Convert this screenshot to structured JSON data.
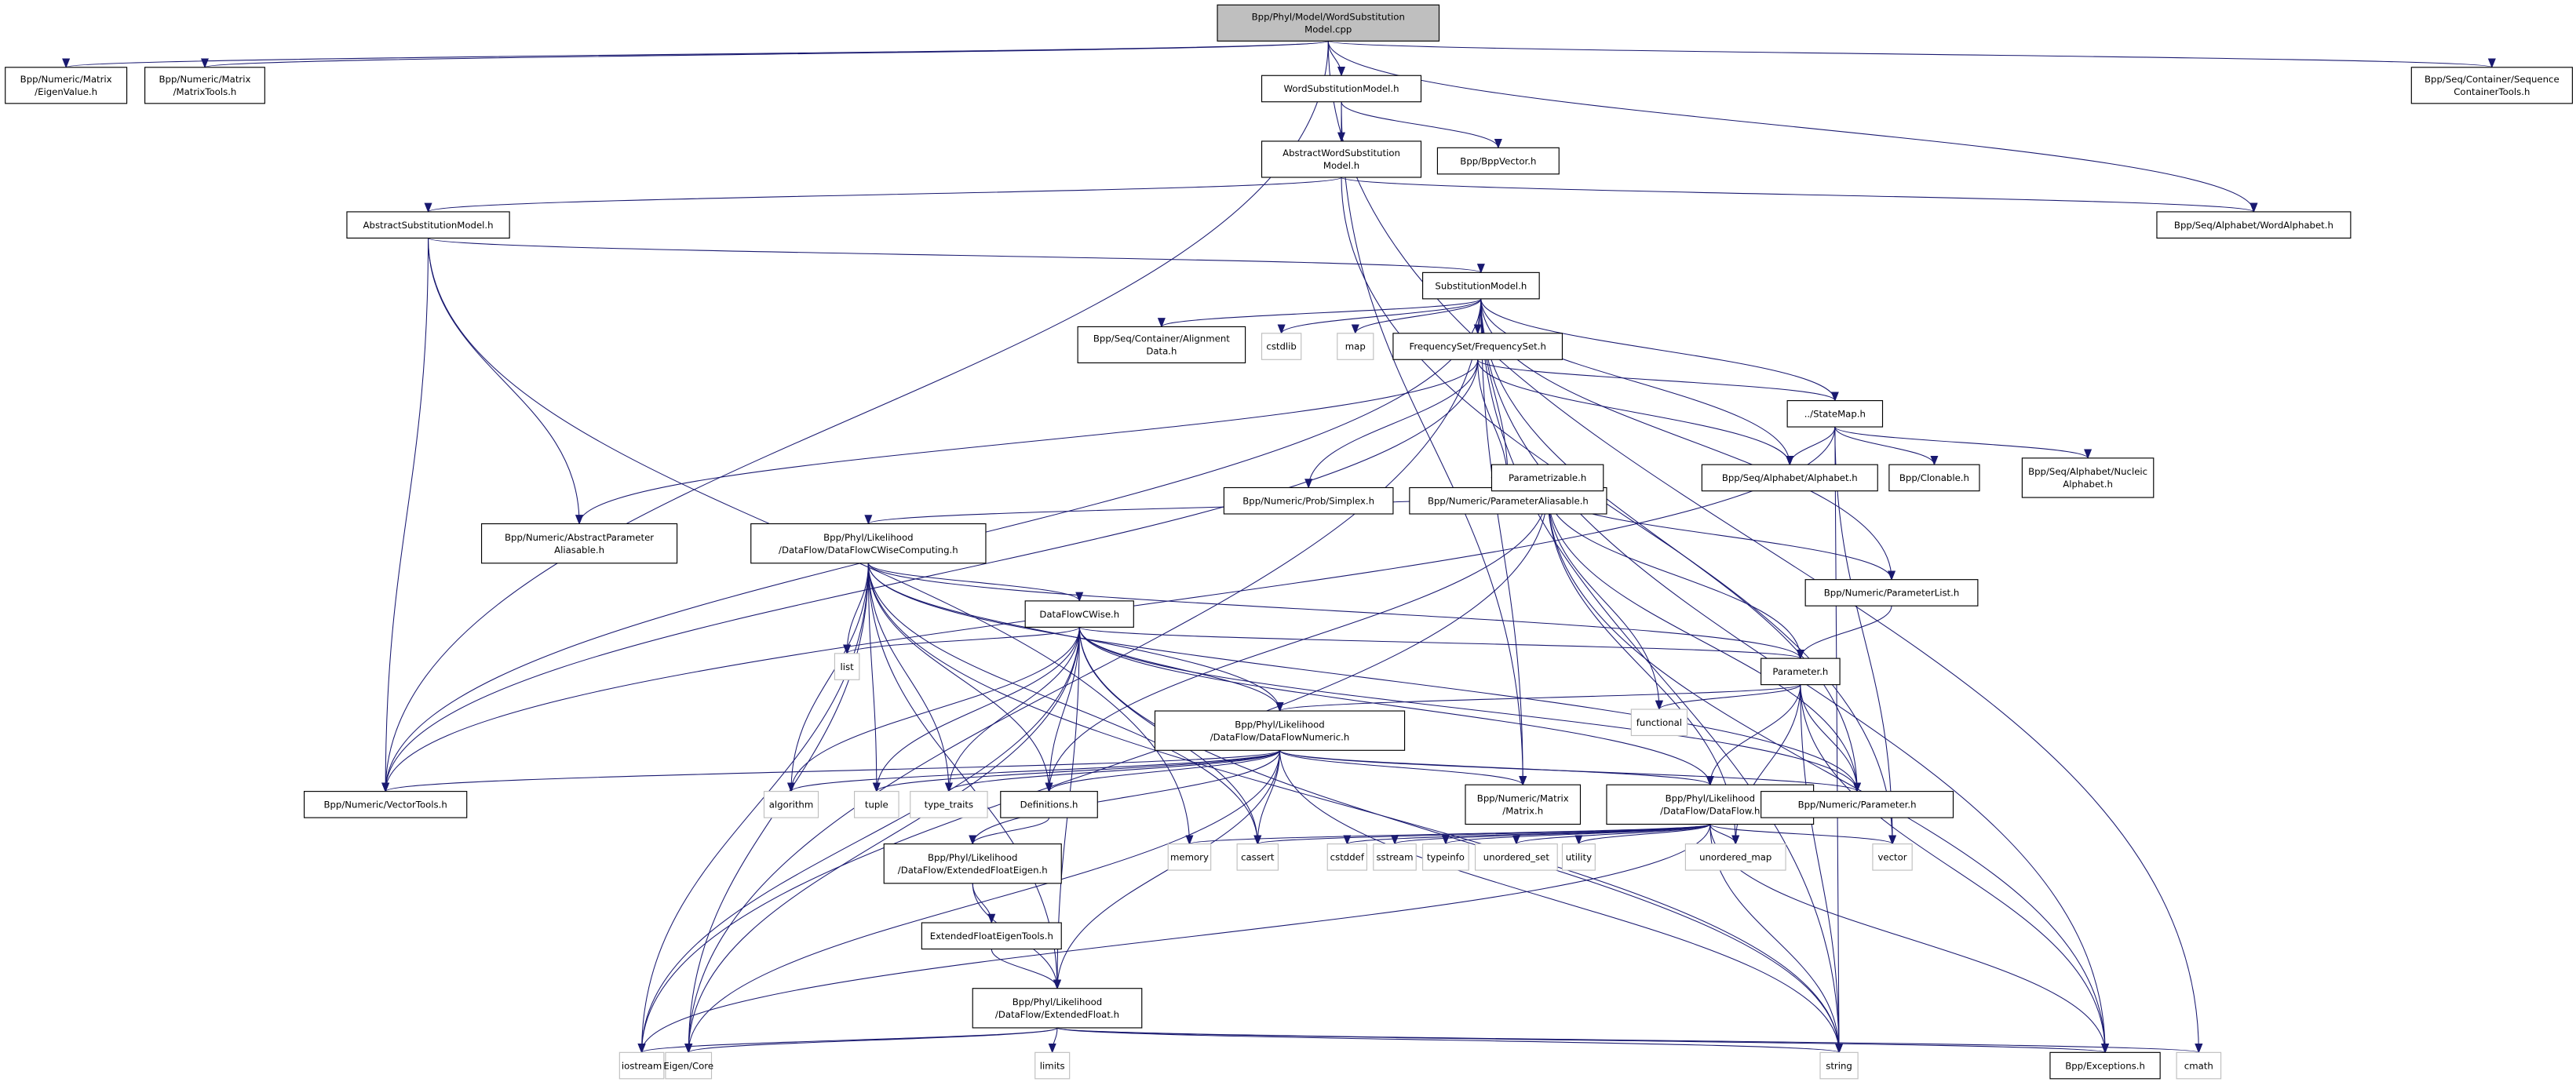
{
  "graph": {
    "edge_color": "#191970",
    "root_fill": "#bfbfbf",
    "nodes": [
      {
        "id": "root",
        "lines": [
          "Bpp/Phyl/Model/WordSubstitution",
          "Model.cpp"
        ],
        "kind": "root"
      },
      {
        "id": "eigenvalue",
        "lines": [
          "Bpp/Numeric/Matrix",
          "/EigenValue.h"
        ],
        "kind": "normal"
      },
      {
        "id": "matrixtools",
        "lines": [
          "Bpp/Numeric/Matrix",
          "/MatrixTools.h"
        ],
        "kind": "normal"
      },
      {
        "id": "wsm",
        "lines": [
          "WordSubstitutionModel.h"
        ],
        "kind": "normal"
      },
      {
        "id": "awsm",
        "lines": [
          "AbstractWordSubstitution",
          "Model.h"
        ],
        "kind": "normal"
      },
      {
        "id": "bppvector",
        "lines": [
          "Bpp/BppVector.h"
        ],
        "kind": "normal"
      },
      {
        "id": "abssubst",
        "lines": [
          "AbstractSubstitutionModel.h"
        ],
        "kind": "normal"
      },
      {
        "id": "wordalphabet",
        "lines": [
          "Bpp/Seq/Alphabet/WordAlphabet.h"
        ],
        "kind": "normal"
      },
      {
        "id": "seqconttools",
        "lines": [
          "Bpp/Seq/Container/Sequence",
          "ContainerTools.h"
        ],
        "kind": "normal"
      },
      {
        "id": "substmodel",
        "lines": [
          "SubstitutionModel.h"
        ],
        "kind": "normal"
      },
      {
        "id": "alignmentdata",
        "lines": [
          "Bpp/Seq/Container/Alignment",
          "Data.h"
        ],
        "kind": "normal"
      },
      {
        "id": "cstdlib",
        "lines": [
          "cstdlib"
        ],
        "kind": "external"
      },
      {
        "id": "map",
        "lines": [
          "map"
        ],
        "kind": "external"
      },
      {
        "id": "freqset",
        "lines": [
          "FrequencySet/FrequencySet.h"
        ],
        "kind": "normal"
      },
      {
        "id": "simplex",
        "lines": [
          "Bpp/Numeric/Prob/Simplex.h"
        ],
        "kind": "normal"
      },
      {
        "id": "paramaliasable",
        "lines": [
          "Bpp/Numeric/ParameterAliasable.h"
        ],
        "kind": "normal"
      },
      {
        "id": "statemap",
        "lines": [
          "../StateMap.h"
        ],
        "kind": "normal"
      },
      {
        "id": "alphabet",
        "lines": [
          "Bpp/Seq/Alphabet/Alphabet.h"
        ],
        "kind": "normal"
      },
      {
        "id": "clonable",
        "lines": [
          "Bpp/Clonable.h"
        ],
        "kind": "normal"
      },
      {
        "id": "nucleic",
        "lines": [
          "Bpp/Seq/Alphabet/Nucleic",
          "Alphabet.h"
        ],
        "kind": "normal"
      },
      {
        "id": "parametrizable",
        "lines": [
          "Parametrizable.h"
        ],
        "kind": "normal"
      },
      {
        "id": "absparamaliasable",
        "lines": [
          "Bpp/Numeric/AbstractParameter",
          "Aliasable.h"
        ],
        "kind": "normal"
      },
      {
        "id": "dfcwisecomp",
        "lines": [
          "Bpp/Phyl/Likelihood",
          "/DataFlow/DataFlowCWiseComputing.h"
        ],
        "kind": "normal"
      },
      {
        "id": "paramlist",
        "lines": [
          "Bpp/Numeric/ParameterList.h"
        ],
        "kind": "normal"
      },
      {
        "id": "dfcwise",
        "lines": [
          "DataFlowCWise.h"
        ],
        "kind": "normal"
      },
      {
        "id": "list",
        "lines": [
          "list"
        ],
        "kind": "external"
      },
      {
        "id": "parameter",
        "lines": [
          "Parameter.h"
        ],
        "kind": "normal"
      },
      {
        "id": "functional",
        "lines": [
          "functional"
        ],
        "kind": "external"
      },
      {
        "id": "dfnumeric",
        "lines": [
          "Bpp/Phyl/Likelihood",
          "/DataFlow/DataFlowNumeric.h"
        ],
        "kind": "normal"
      },
      {
        "id": "vectortools",
        "lines": [
          "Bpp/Numeric/VectorTools.h"
        ],
        "kind": "normal"
      },
      {
        "id": "algorithm",
        "lines": [
          "algorithm"
        ],
        "kind": "external"
      },
      {
        "id": "tuple",
        "lines": [
          "tuple"
        ],
        "kind": "external"
      },
      {
        "id": "type_traits",
        "lines": [
          "type_traits"
        ],
        "kind": "external"
      },
      {
        "id": "definitions",
        "lines": [
          "Definitions.h"
        ],
        "kind": "normal"
      },
      {
        "id": "matrix",
        "lines": [
          "Bpp/Numeric/Matrix",
          "/Matrix.h"
        ],
        "kind": "normal"
      },
      {
        "id": "dataflow",
        "lines": [
          "Bpp/Phyl/Likelihood",
          "/DataFlow/DataFlow.h"
        ],
        "kind": "normal"
      },
      {
        "id": "numparameter",
        "lines": [
          "Bpp/Numeric/Parameter.h"
        ],
        "kind": "normal"
      },
      {
        "id": "memory",
        "lines": [
          "memory"
        ],
        "kind": "external"
      },
      {
        "id": "cassert",
        "lines": [
          "cassert"
        ],
        "kind": "external"
      },
      {
        "id": "cstddef",
        "lines": [
          "cstddef"
        ],
        "kind": "external"
      },
      {
        "id": "sstream",
        "lines": [
          "sstream"
        ],
        "kind": "external"
      },
      {
        "id": "typeinfo",
        "lines": [
          "typeinfo"
        ],
        "kind": "external"
      },
      {
        "id": "unordered_set",
        "lines": [
          "unordered_set"
        ],
        "kind": "external"
      },
      {
        "id": "utility",
        "lines": [
          "utility"
        ],
        "kind": "external"
      },
      {
        "id": "unordered_map",
        "lines": [
          "unordered_map"
        ],
        "kind": "external"
      },
      {
        "id": "vector",
        "lines": [
          "vector"
        ],
        "kind": "external"
      },
      {
        "id": "efeigen",
        "lines": [
          "Bpp/Phyl/Likelihood",
          "/DataFlow/ExtendedFloatEigen.h"
        ],
        "kind": "normal"
      },
      {
        "id": "efeigentools",
        "lines": [
          "ExtendedFloatEigenTools.h"
        ],
        "kind": "normal"
      },
      {
        "id": "extfloat",
        "lines": [
          "Bpp/Phyl/Likelihood",
          "/DataFlow/ExtendedFloat.h"
        ],
        "kind": "normal"
      },
      {
        "id": "iostream",
        "lines": [
          "iostream"
        ],
        "kind": "external"
      },
      {
        "id": "eigencore",
        "lines": [
          "Eigen/Core"
        ],
        "kind": "external"
      },
      {
        "id": "limits",
        "lines": [
          "limits"
        ],
        "kind": "external"
      },
      {
        "id": "string",
        "lines": [
          "string"
        ],
        "kind": "external"
      },
      {
        "id": "exceptions",
        "lines": [
          "Bpp/Exceptions.h"
        ],
        "kind": "normal"
      },
      {
        "id": "cmath",
        "lines": [
          "cmath"
        ],
        "kind": "external"
      }
    ],
    "edges": [
      [
        "root",
        "eigenvalue"
      ],
      [
        "root",
        "matrixtools"
      ],
      [
        "root",
        "vectortools"
      ],
      [
        "root",
        "wsm"
      ],
      [
        "root",
        "wordalphabet"
      ],
      [
        "root",
        "seqconttools"
      ],
      [
        "root",
        "cmath"
      ],
      [
        "wsm",
        "awsm"
      ],
      [
        "wsm",
        "bppvector"
      ],
      [
        "wsm",
        "matrix"
      ],
      [
        "awsm",
        "abssubst"
      ],
      [
        "awsm",
        "wordalphabet"
      ],
      [
        "awsm",
        "vector"
      ],
      [
        "abssubst",
        "substmodel"
      ],
      [
        "abssubst",
        "vectortools"
      ],
      [
        "abssubst",
        "absparamaliasable"
      ],
      [
        "abssubst",
        "memory"
      ],
      [
        "substmodel",
        "alignmentdata"
      ],
      [
        "substmodel",
        "cstdlib"
      ],
      [
        "substmodel",
        "map"
      ],
      [
        "substmodel",
        "freqset"
      ],
      [
        "substmodel",
        "paramaliasable"
      ],
      [
        "substmodel",
        "statemap"
      ],
      [
        "substmodel",
        "alphabet"
      ],
      [
        "substmodel",
        "vectortools"
      ],
      [
        "substmodel",
        "eigencore"
      ],
      [
        "substmodel",
        "matrix"
      ],
      [
        "substmodel",
        "numparameter"
      ],
      [
        "substmodel",
        "exceptions"
      ],
      [
        "substmodel",
        "string"
      ],
      [
        "substmodel",
        "paramlist"
      ],
      [
        "freqset",
        "simplex"
      ],
      [
        "freqset",
        "paramaliasable"
      ],
      [
        "freqset",
        "statemap"
      ],
      [
        "freqset",
        "alphabet"
      ],
      [
        "freqset",
        "vectortools"
      ],
      [
        "freqset",
        "absparamaliasable"
      ],
      [
        "statemap",
        "alphabet"
      ],
      [
        "statemap",
        "clonable"
      ],
      [
        "statemap",
        "nucleic"
      ],
      [
        "statemap",
        "vector"
      ],
      [
        "statemap",
        "string"
      ],
      [
        "statemap",
        "vectortools"
      ],
      [
        "paramaliasable",
        "parametrizable"
      ],
      [
        "parametrizable",
        "dfcwisecomp"
      ],
      [
        "parametrizable",
        "paramlist"
      ],
      [
        "parametrizable",
        "parameter"
      ],
      [
        "parametrizable",
        "functional"
      ],
      [
        "parametrizable",
        "definitions"
      ],
      [
        "parametrizable",
        "iostream"
      ],
      [
        "parametrizable",
        "unordered_map"
      ],
      [
        "parametrizable",
        "numparameter"
      ],
      [
        "parametrizable",
        "exceptions"
      ],
      [
        "paramlist",
        "parameter"
      ],
      [
        "dfcwisecomp",
        "dfcwise"
      ],
      [
        "dfcwisecomp",
        "list"
      ],
      [
        "dfcwisecomp",
        "dfnumeric"
      ],
      [
        "dfcwisecomp",
        "algorithm"
      ],
      [
        "dfcwisecomp",
        "tuple"
      ],
      [
        "dfcwisecomp",
        "type_traits"
      ],
      [
        "dfcwisecomp",
        "definitions"
      ],
      [
        "dfcwisecomp",
        "iostream"
      ],
      [
        "dfcwisecomp",
        "eigencore"
      ],
      [
        "dfcwisecomp",
        "extfloat"
      ],
      [
        "dfcwisecomp",
        "cassert"
      ],
      [
        "dfcwisecomp",
        "string"
      ],
      [
        "dfcwisecomp",
        "parameter"
      ],
      [
        "dfcwisecomp",
        "numparameter"
      ],
      [
        "dfcwise",
        "list"
      ],
      [
        "dfcwise",
        "algorithm"
      ],
      [
        "dfcwise",
        "tuple"
      ],
      [
        "dfcwise",
        "type_traits"
      ],
      [
        "dfcwise",
        "definitions"
      ],
      [
        "dfcwise",
        "dfnumeric"
      ],
      [
        "dfcwise",
        "parameter"
      ],
      [
        "dfcwise",
        "eigencore"
      ],
      [
        "dfcwise",
        "cassert"
      ],
      [
        "dfcwise",
        "extfloat"
      ],
      [
        "dfcwise",
        "string"
      ],
      [
        "dfcwise",
        "numparameter"
      ],
      [
        "dfcwise",
        "dataflow"
      ],
      [
        "dfcwise",
        "iostream"
      ],
      [
        "parameter",
        "dfnumeric"
      ],
      [
        "parameter",
        "functional"
      ],
      [
        "parameter",
        "dataflow"
      ],
      [
        "parameter",
        "numparameter"
      ],
      [
        "parameter",
        "unordered_map"
      ],
      [
        "parameter",
        "string"
      ],
      [
        "parameter",
        "exceptions"
      ],
      [
        "dfnumeric",
        "vectortools"
      ],
      [
        "dfnumeric",
        "algorithm"
      ],
      [
        "dfnumeric",
        "tuple"
      ],
      [
        "dfnumeric",
        "type_traits"
      ],
      [
        "dfnumeric",
        "definitions"
      ],
      [
        "dfnumeric",
        "matrix"
      ],
      [
        "dfnumeric",
        "dataflow"
      ],
      [
        "dfnumeric",
        "numparameter"
      ],
      [
        "dfnumeric",
        "cassert"
      ],
      [
        "dfnumeric",
        "efeigen"
      ],
      [
        "dfnumeric",
        "extfloat"
      ],
      [
        "dfnumeric",
        "eigencore"
      ],
      [
        "dfnumeric",
        "string"
      ],
      [
        "dataflow",
        "memory"
      ],
      [
        "dataflow",
        "cassert"
      ],
      [
        "dataflow",
        "cstddef"
      ],
      [
        "dataflow",
        "sstream"
      ],
      [
        "dataflow",
        "typeinfo"
      ],
      [
        "dataflow",
        "unordered_set"
      ],
      [
        "dataflow",
        "utility"
      ],
      [
        "dataflow",
        "unordered_map"
      ],
      [
        "dataflow",
        "vector"
      ],
      [
        "dataflow",
        "string"
      ],
      [
        "dataflow",
        "exceptions"
      ],
      [
        "dataflow",
        "iostream"
      ],
      [
        "definitions",
        "efeigen"
      ],
      [
        "efeigen",
        "efeigentools"
      ],
      [
        "efeigen",
        "extfloat"
      ],
      [
        "efeigentools",
        "extfloat"
      ],
      [
        "extfloat",
        "iostream"
      ],
      [
        "extfloat",
        "eigencore"
      ],
      [
        "extfloat",
        "limits"
      ],
      [
        "extfloat",
        "string"
      ],
      [
        "extfloat",
        "exceptions"
      ],
      [
        "extfloat",
        "cmath"
      ]
    ]
  }
}
